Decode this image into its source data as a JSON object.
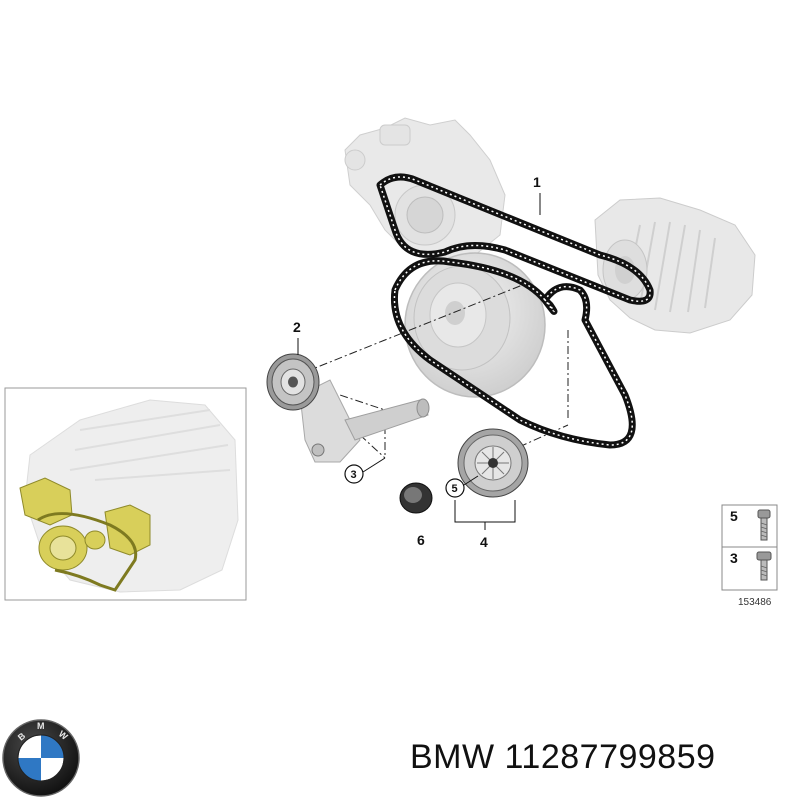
{
  "diagram": {
    "callouts": [
      {
        "id": "1",
        "label": "1"
      },
      {
        "id": "2",
        "label": "2"
      },
      {
        "id": "3",
        "label": "3"
      },
      {
        "id": "4",
        "label": "4"
      },
      {
        "id": "5",
        "label": "5"
      },
      {
        "id": "6",
        "label": "6"
      }
    ],
    "legend": {
      "rows": [
        {
          "label": "5"
        },
        {
          "label": "3"
        }
      ],
      "reference_number": "153486"
    }
  },
  "footer": {
    "brand": "BMW",
    "part_number": "11287799859"
  },
  "colors": {
    "belt": "#111111",
    "component_gray": "#e6e6e6",
    "highlight_yellow": "#d8cf5a",
    "inset_border": "#9a9a9a"
  },
  "icons": {
    "logo": "bmw-roundel-logo"
  }
}
